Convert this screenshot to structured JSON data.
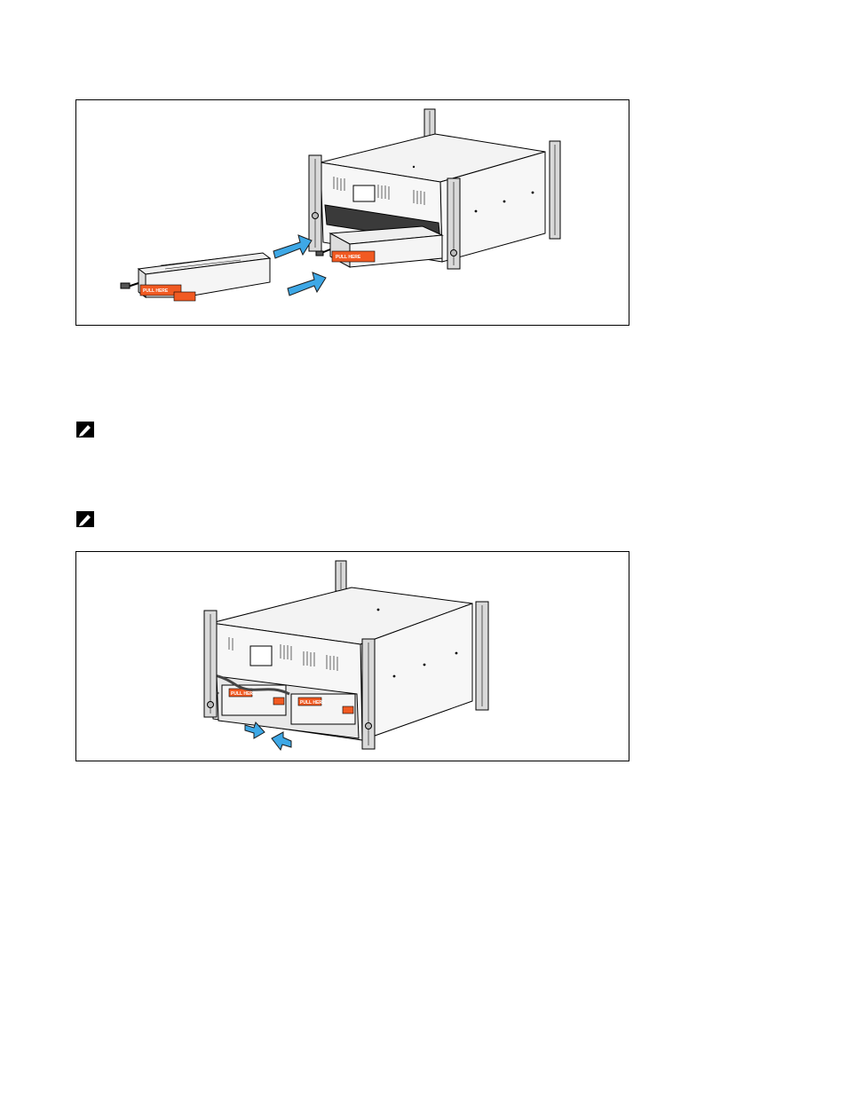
{
  "figures": [
    {
      "id": "fig1",
      "step": "insert-battery-trays",
      "label_text": "PULL HERE"
    },
    {
      "id": "fig2",
      "step": "connect-battery-cables",
      "label_text": "PULL HERE"
    }
  ],
  "notes": [
    {
      "icon": "pencil-note-icon"
    },
    {
      "icon": "pencil-note-icon"
    }
  ],
  "colors": {
    "arrow": "#3ea8e6",
    "arrow_stroke": "#1b1b1b",
    "label": "#f15a22",
    "chassis": "#f3f3f3",
    "rail": "#d9d9d9"
  }
}
